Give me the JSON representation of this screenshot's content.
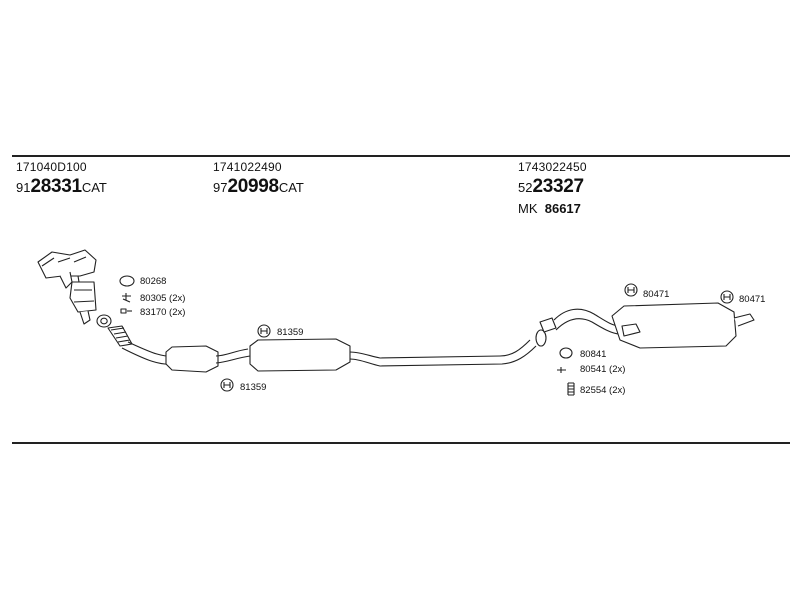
{
  "sections": [
    {
      "oe": "171040D100",
      "prefix": "91",
      "number": "28331",
      "suffix": "CAT"
    },
    {
      "oe": "1741022490",
      "prefix": "97",
      "number": "20998",
      "suffix": "CAT"
    },
    {
      "oe": "1743022450",
      "prefix": "52",
      "number": "23327",
      "suffix": "",
      "kit_prefix": "MK",
      "kit_number": "86617"
    }
  ],
  "parts": {
    "ring_gasket": "80268",
    "bolt": "80305 (2x)",
    "nut": "83170 (2x)",
    "hanger_front_upper": "81359",
    "hanger_front_lower": "81359",
    "hanger_rear_1": "80471",
    "hanger_rear_2": "80471",
    "gasket_rear": "80841",
    "bolt_rear": "80541 (2x)",
    "spring_rear": "82554 (2x)"
  }
}
